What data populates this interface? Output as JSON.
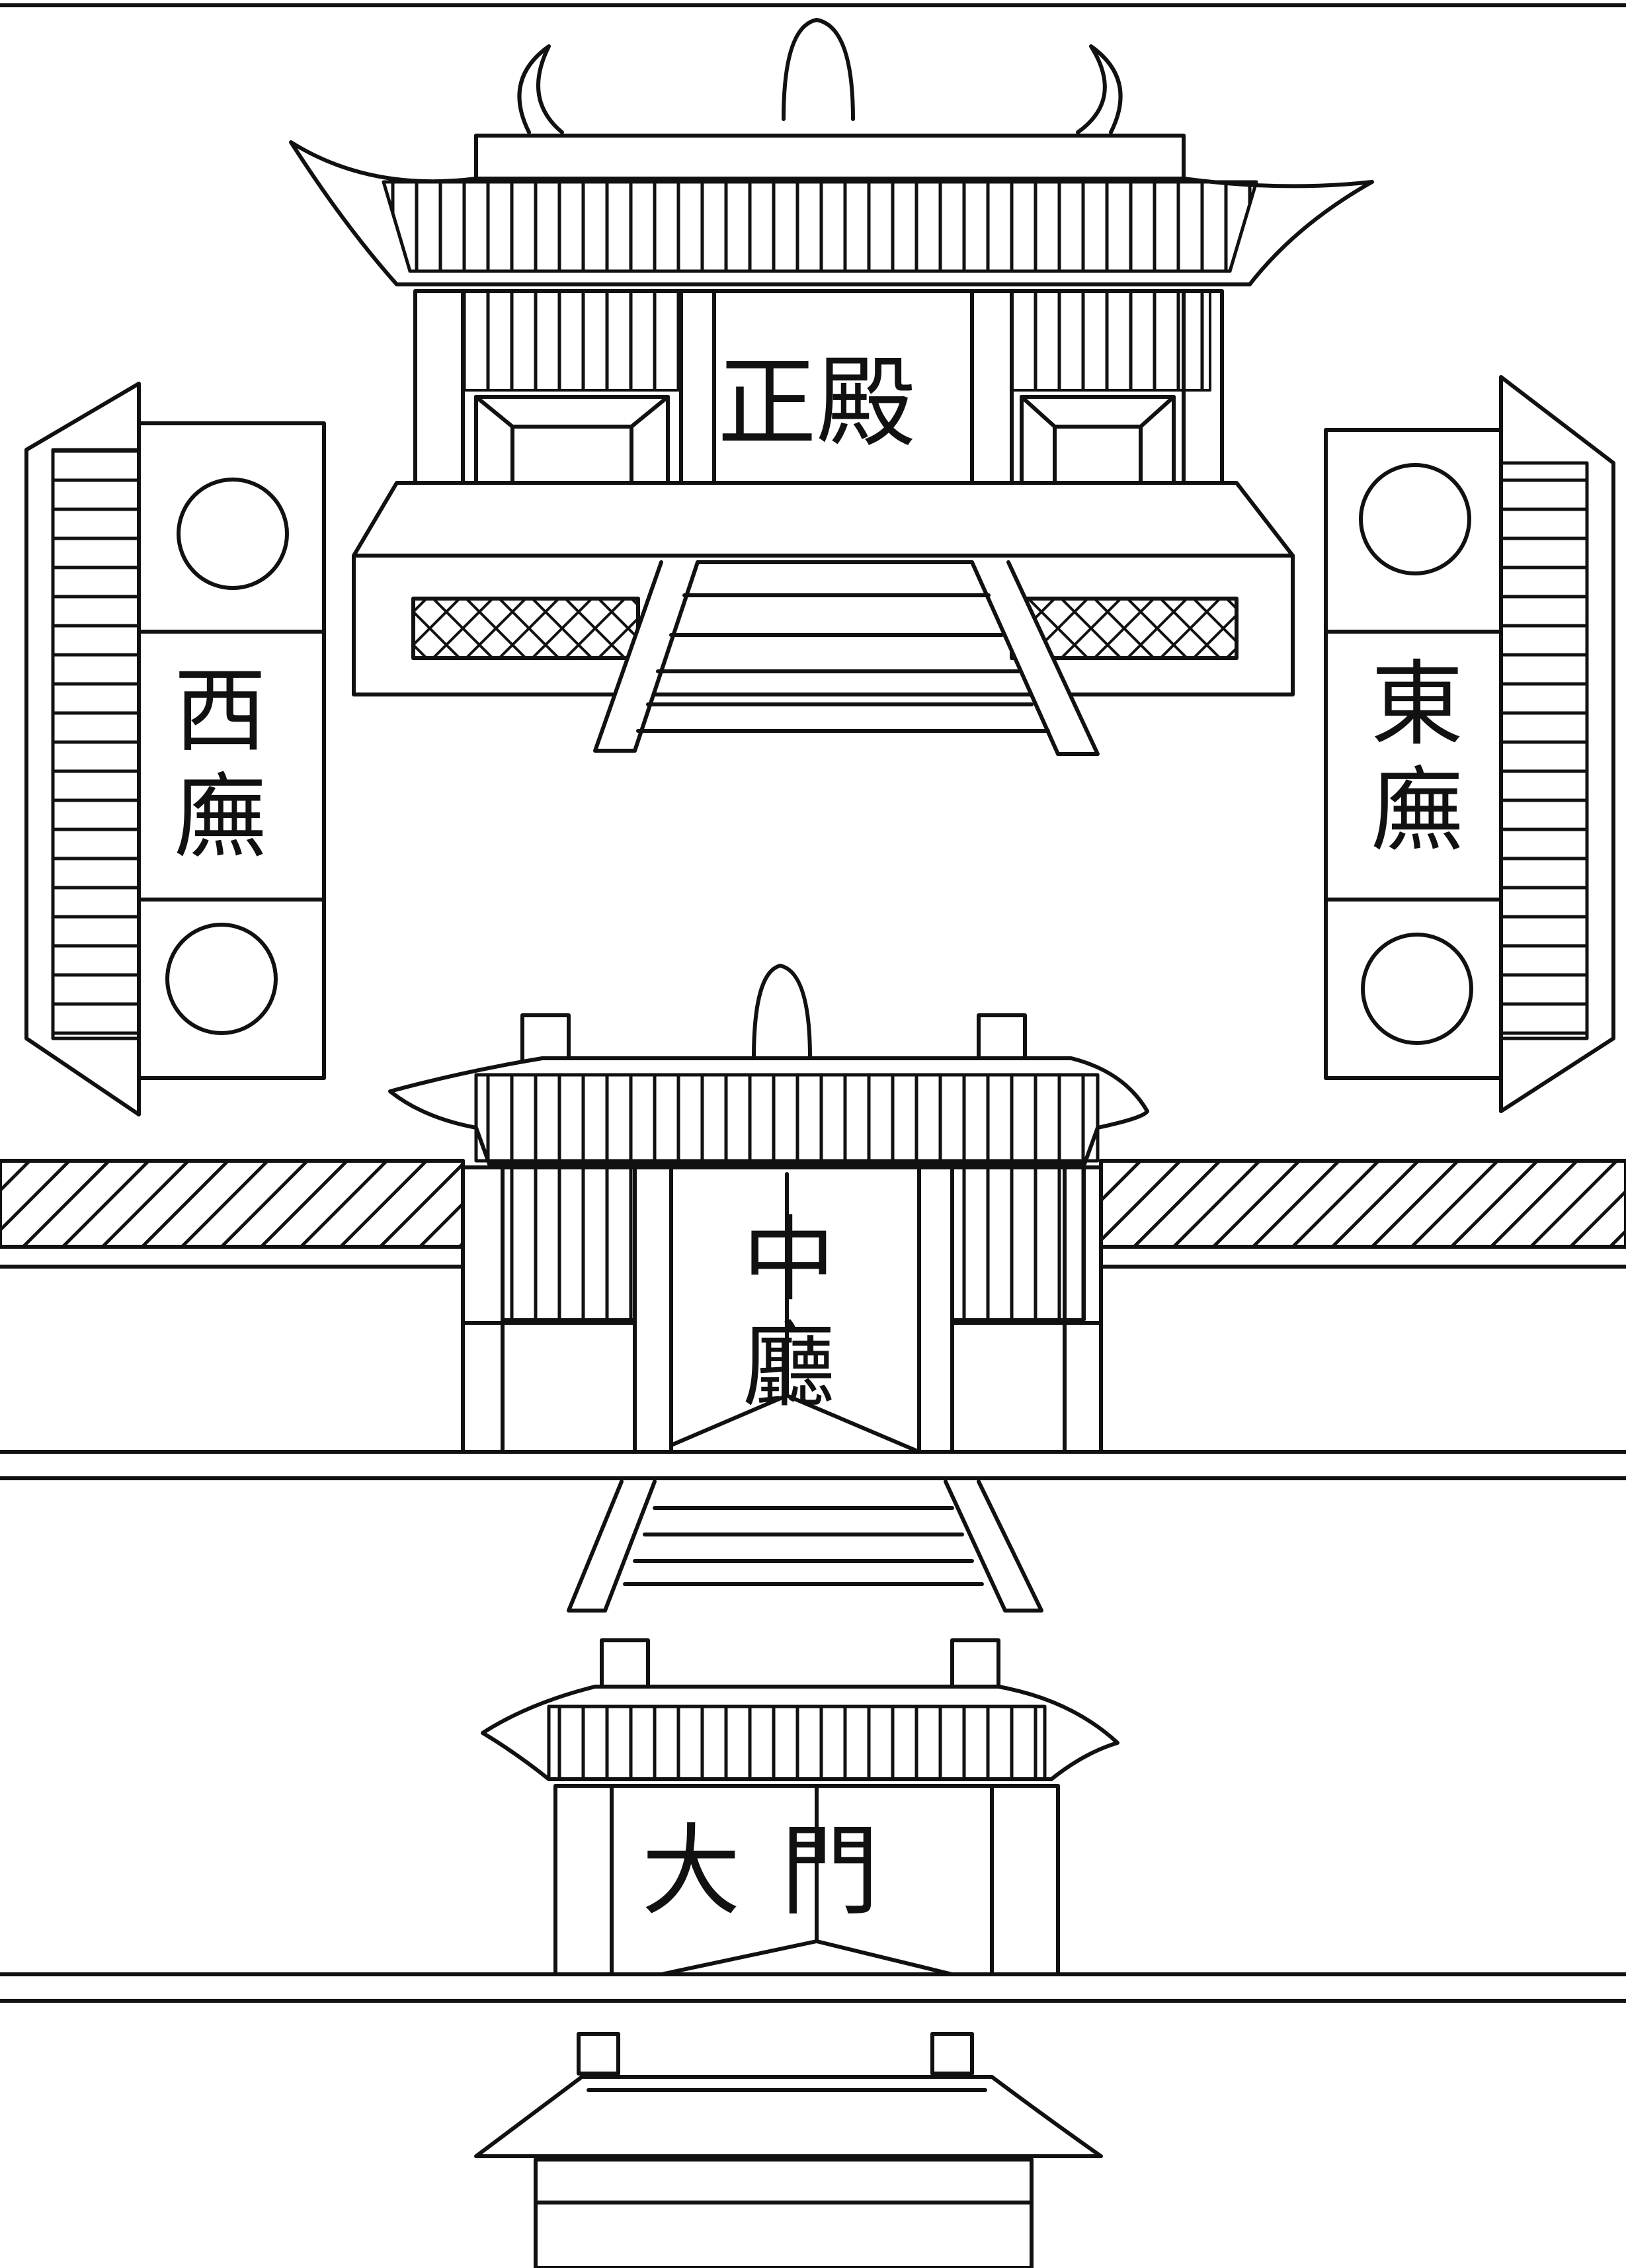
{
  "colors": {
    "ink": "#111111",
    "paper": "#ffffff"
  },
  "labels": {
    "main_hall": "正殿",
    "west_wing": "西廡",
    "east_wing": "東廡",
    "middle_hall": "中廳",
    "great_gate": "大門"
  }
}
